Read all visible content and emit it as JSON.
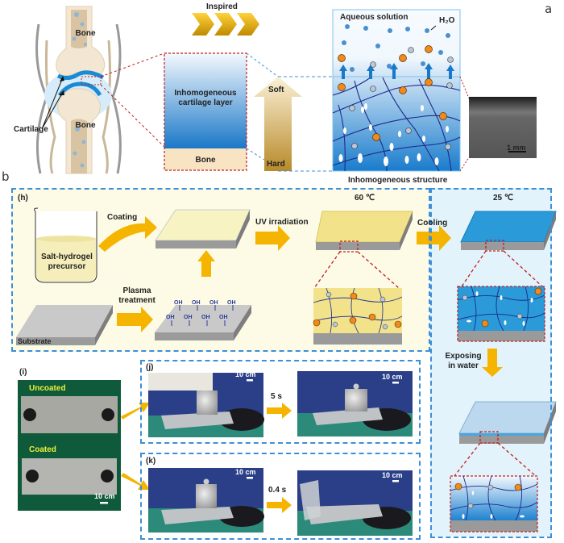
{
  "panel_a": {
    "letter": "a",
    "joint": {
      "bone_top": "Bone",
      "bone_bottom": "Bone",
      "cartilage": "Cartilage"
    },
    "inspired": "Inspired",
    "cartilage_box": {
      "layer": "Inhomogeneous cartilage layer",
      "bone": "Bone"
    },
    "gradient_arrow": {
      "top": "Soft",
      "bottom": "Hard"
    },
    "structure": {
      "top_label": "Aqueous solution",
      "water": "H₂O",
      "caption": "Inhomogeneous structure"
    },
    "micrograph": {
      "scale_bar": "1 mm"
    }
  },
  "panel_b": {
    "letter": "b",
    "h": {
      "label": "(h)",
      "beaker": "Salt-hydrogel precursor",
      "coating": "Coating",
      "plasma": "Plasma treatment",
      "substrate": "Substrate",
      "oh": "OH",
      "uv": "UV irradiation",
      "temp_hot": "60 ℃",
      "cooling": "Cooling",
      "temp_cool": "25 ℃",
      "exposing": "Exposing in water"
    },
    "i": {
      "label": "(i)",
      "uncoated": "Uncoated",
      "coated": "Coated",
      "scale": "10 cm"
    },
    "j": {
      "label": "(j)",
      "scale": "10 cm",
      "time": "5 s"
    },
    "k": {
      "label": "(k)",
      "scale": "10 cm",
      "time": "0.4 s"
    }
  },
  "colors": {
    "accent_blue_dash": "#3d8fd8",
    "red_dash": "#c02020",
    "arrow_yellow": "#f5b400",
    "hydrogel_yellow": "#f7eaa0",
    "hydrogel_blue": "#2a9ad8",
    "panel_yellow_bg": "#fdfbe6",
    "panel_blue_bg": "#e3f3fc"
  }
}
